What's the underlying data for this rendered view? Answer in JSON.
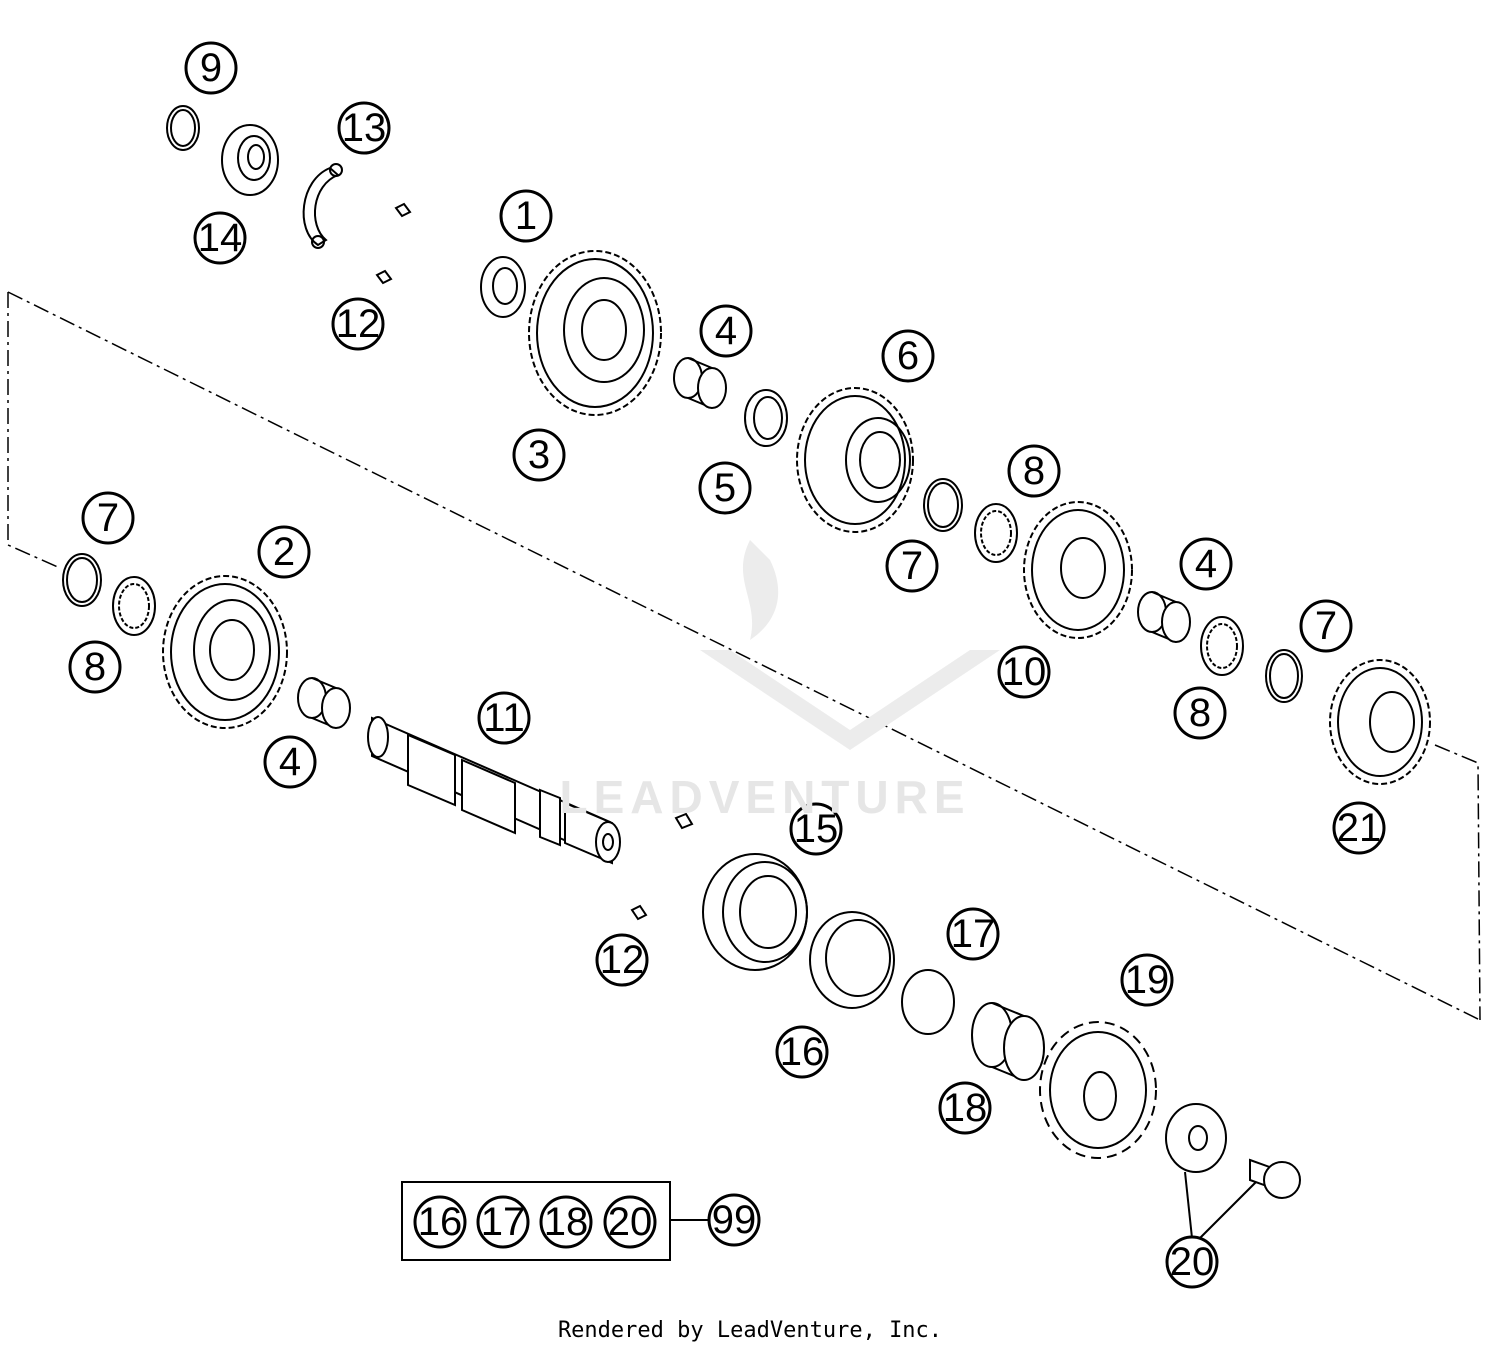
{
  "callouts": {
    "c1": "1",
    "c2": "2",
    "c3": "3",
    "c4a": "4",
    "c4b": "4",
    "c4c": "4",
    "c5": "5",
    "c6": "6",
    "c7a": "7",
    "c7b": "7",
    "c7c": "7",
    "c8a": "8",
    "c8b": "8",
    "c8c": "8",
    "c9": "9",
    "c10": "10",
    "c11": "11",
    "c12a": "12",
    "c12b": "12",
    "c13": "13",
    "c14": "14",
    "c15": "15",
    "c16": "16",
    "c17": "17",
    "c18": "18",
    "c19": "19",
    "c20": "20",
    "c21": "21"
  },
  "kit": {
    "items": [
      "16",
      "17",
      "18",
      "20"
    ],
    "result": "99"
  },
  "watermark": "LEADVENTURE",
  "footer": "Rendered by LeadVenture, Inc."
}
